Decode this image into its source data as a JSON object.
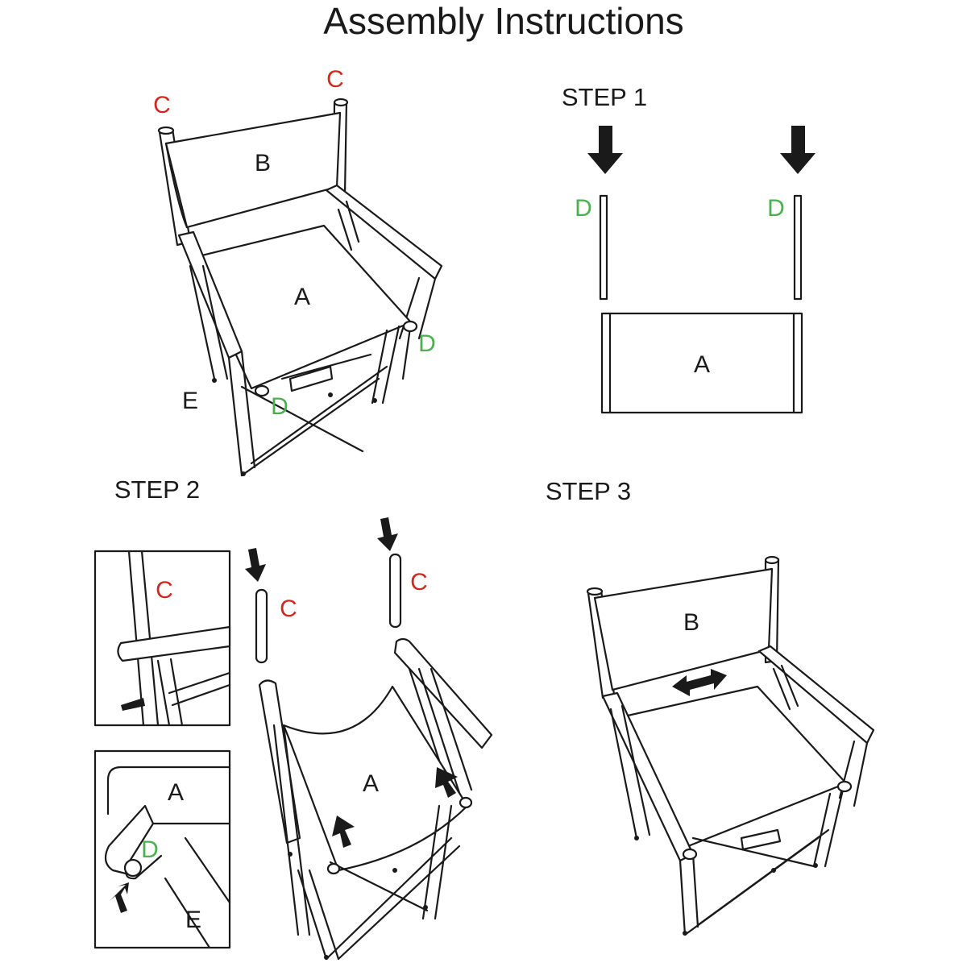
{
  "title": "Assembly Instructions",
  "steps": {
    "step1": "STEP 1",
    "step2": "STEP 2",
    "step3": "STEP 3"
  },
  "parts": {
    "seat": "A",
    "back": "B",
    "back_pole": "C",
    "seat_rod": "D",
    "frame": "E"
  },
  "colors": {
    "text": "#1a1a1a",
    "label_c": "#d0281f",
    "label_d": "#4caf50",
    "line": "#1a1a1a"
  },
  "icons": [
    "arrow-down-icon",
    "arrow-up-icon",
    "double-arrow-icon",
    "screw-icon"
  ]
}
